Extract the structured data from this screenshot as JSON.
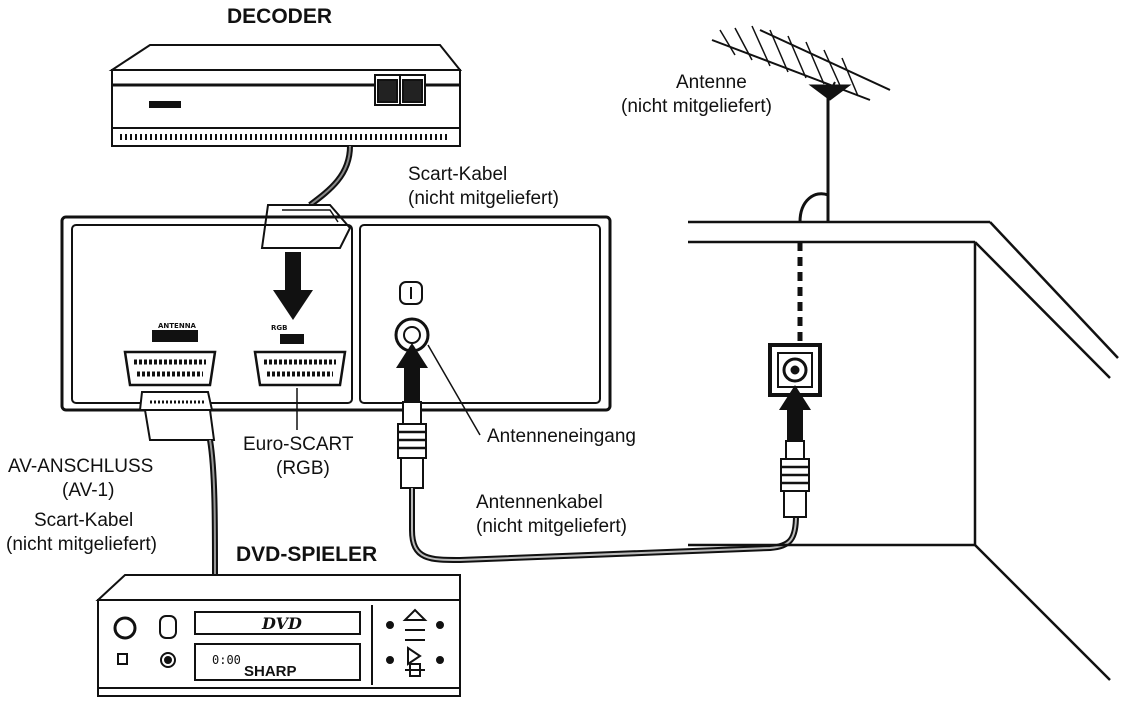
{
  "labels": {
    "decoder": "DECODER",
    "antenna_line1": "Antenne",
    "antenna_line2": "(nicht mitgeliefert)",
    "scart_top_line1": "Scart-Kabel",
    "scart_top_line2": "(nicht mitgeliefert)",
    "antenna_input": "Antenneneingang",
    "av_line1": "AV-ANSCHLUSS",
    "av_line2": "(AV-1)",
    "euro_line1": "Euro-SCART",
    "euro_line2": "(RGB)",
    "scart_bottom_line1": "Scart-Kabel",
    "scart_bottom_line2": "(nicht mitgeliefert)",
    "antenna_cable_line1": "Antennenkabel",
    "antenna_cable_line2": "(nicht mitgeliefert)",
    "dvd_player": "DVD-SPIELER"
  },
  "device_text": {
    "dvd_logo": "DVD",
    "display_digits": "0:00",
    "brand": "SHARP",
    "antenna_socket_tag": "ANTENNA",
    "rgb_socket_tag": "RGB"
  }
}
